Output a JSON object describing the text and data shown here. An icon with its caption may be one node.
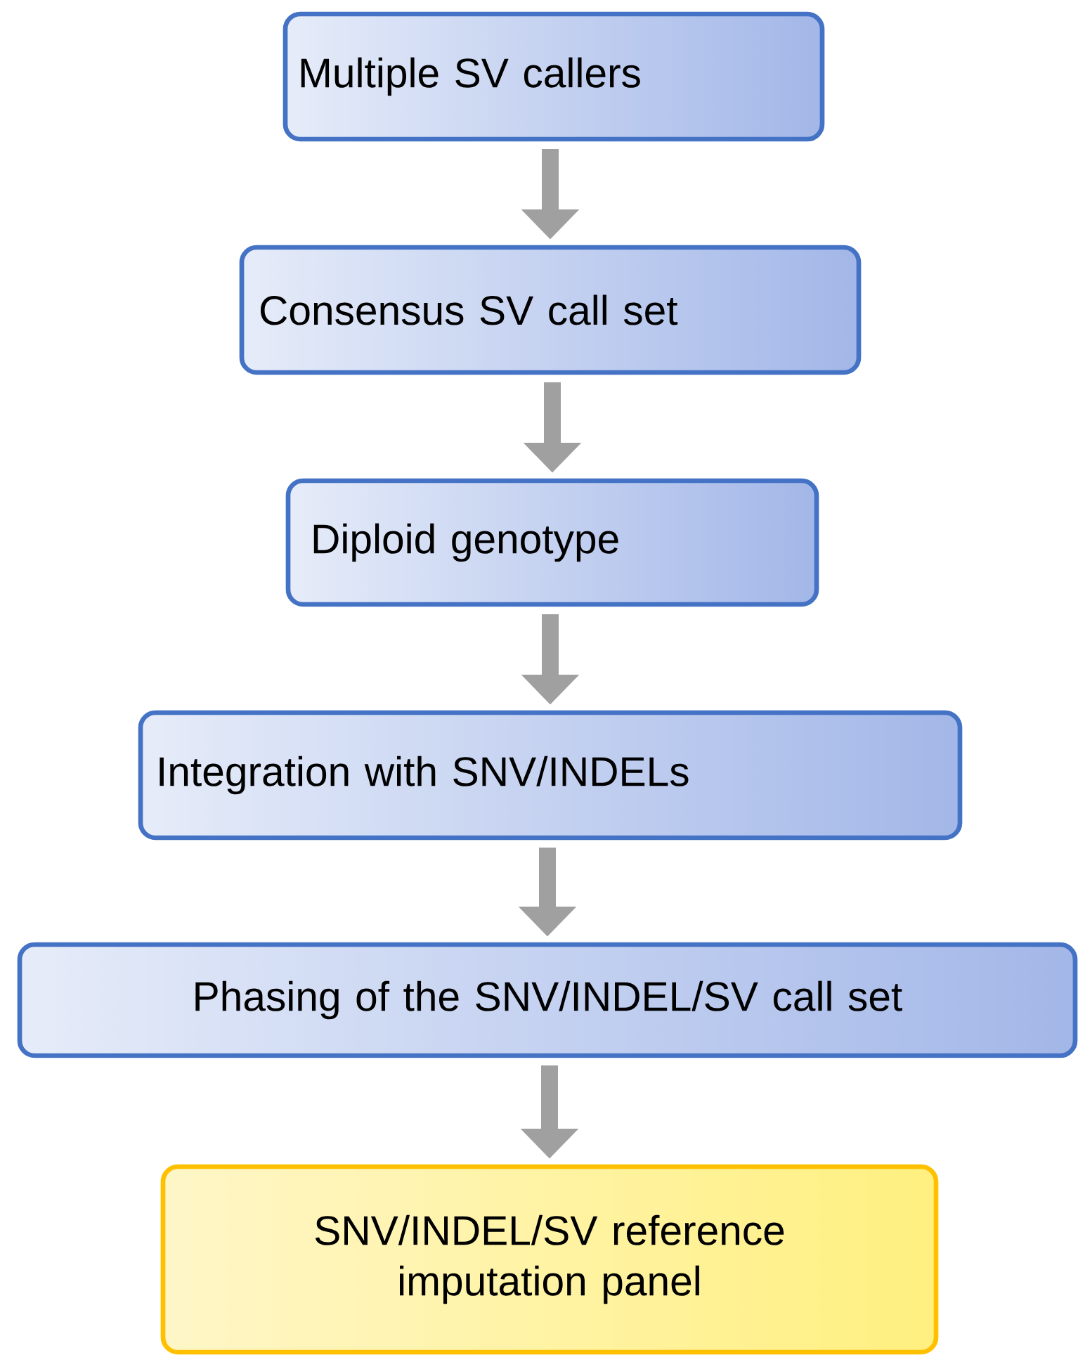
{
  "diagram": {
    "nodes": [
      {
        "text": [
          "Multiple SV callers"
        ]
      },
      {
        "text": [
          "Consensus SV call set"
        ]
      },
      {
        "text": [
          "Diploid genotype"
        ]
      },
      {
        "text": [
          "Integration with SNV/INDELs"
        ]
      },
      {
        "text": [
          "Phasing of the SNV/INDEL/SV call set"
        ]
      },
      {
        "text": [
          "SNV/INDEL/SV reference imputation panel"
        ]
      }
    ],
    "edges": [
      {
        "from": 0,
        "to": 1,
        "arrow": "to"
      },
      {
        "from": 1,
        "to": 2,
        "arrow": "to"
      },
      {
        "from": 2,
        "to": 3,
        "arrow": "to"
      },
      {
        "from": 3,
        "to": 4,
        "arrow": "to"
      },
      {
        "from": 4,
        "to": 5,
        "arrow": "to"
      }
    ]
  }
}
